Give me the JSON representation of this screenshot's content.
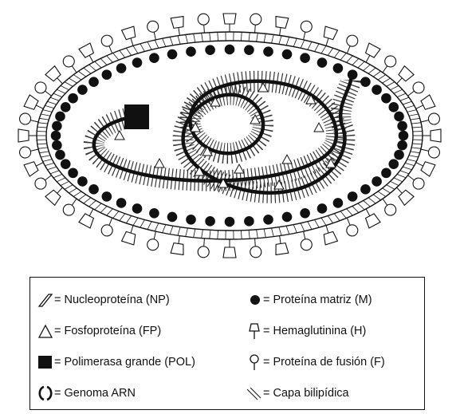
{
  "legend": {
    "items": [
      {
        "id": "np",
        "icon": "nucleoprotein-icon",
        "text": "= Nucleoproteína (NP)"
      },
      {
        "id": "m",
        "icon": "matrix-protein-icon",
        "text": "= Proteína matriz (M)"
      },
      {
        "id": "fp",
        "icon": "phosphoprotein-icon",
        "text": "= Fosfoproteína (FP)"
      },
      {
        "id": "h",
        "icon": "hemagglutinin-icon",
        "text": "= Hemaglutinina (H)"
      },
      {
        "id": "pol",
        "icon": "polymerase-icon",
        "text": "= Polimerasa grande (POL)"
      },
      {
        "id": "f",
        "icon": "fusion-protein-icon",
        "text": "= Proteína de fusión (F)"
      },
      {
        "id": "arn",
        "icon": "rna-genome-icon",
        "text": "= Genoma ARN"
      },
      {
        "id": "cb",
        "icon": "lipid-bilayer-icon",
        "text": "= Capa bilipídica"
      }
    ]
  },
  "colors": {
    "ink": "#111111",
    "background": "#ffffff"
  }
}
